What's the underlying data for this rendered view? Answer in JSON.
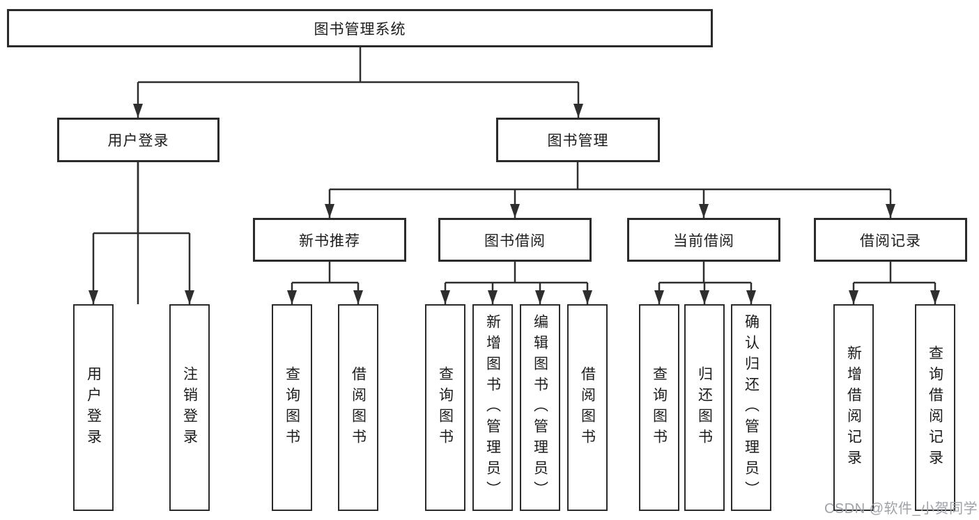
{
  "colors": {
    "line": "#2e2e2e",
    "box_border": "#2b2b2b",
    "text": "#1c1c1c",
    "watermark": "#9fa2a8",
    "background": "#ffffff"
  },
  "diagram": {
    "root": {
      "label": "图书管理系统"
    },
    "level2": [
      {
        "label": "用户登录"
      },
      {
        "label": "图书管理"
      }
    ],
    "level3": [
      {
        "label": "新书推荐"
      },
      {
        "label": "图书借阅"
      },
      {
        "label": "当前借阅"
      },
      {
        "label": "借阅记录"
      }
    ],
    "leaves": {
      "user_login": [
        "用户登录",
        "注销登录"
      ],
      "new_book_rec": [
        "查询图书",
        "借阅图书"
      ],
      "book_borrow": [
        "查询图书",
        "新增图书（管理员）",
        "编辑图书（管理员）",
        "借阅图书"
      ],
      "current_borrow": [
        "查询图书",
        "归还图书",
        "确认归还（管理员）"
      ],
      "borrow_records": [
        "新增借阅记录",
        "查询借阅记录"
      ]
    }
  },
  "watermark": {
    "text": "CSDN @软件_小贺同学"
  }
}
